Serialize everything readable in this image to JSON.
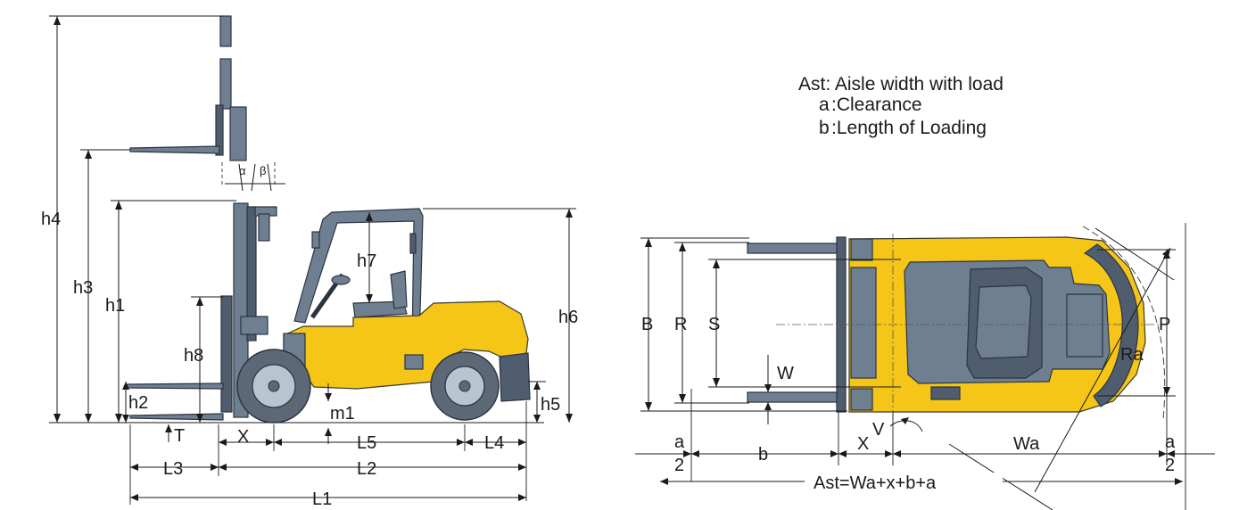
{
  "legend": {
    "line1": "Ast: Aisle width with load",
    "line2_key": "a",
    "line2_text": ":Clearance",
    "line3_key": "b",
    "line3_text": ":Length of Loading"
  },
  "side_view": {
    "labels": {
      "h4": "h4",
      "h3": "h3",
      "h1": "h1",
      "h7": "h7",
      "h6": "h6",
      "h8": "h8",
      "h2": "h2",
      "h5": "h5",
      "m1": "m1",
      "T": "T",
      "X": "X",
      "L5": "L5",
      "L4": "L4",
      "L3": "L3",
      "L2": "L2",
      "L1": "L1",
      "alpha": "α",
      "beta": "β"
    }
  },
  "top_view": {
    "labels": {
      "B": "B",
      "R": "R",
      "S": "S",
      "W": "W",
      "P": "P",
      "Ra": "Ra",
      "V": "V",
      "X": "X",
      "Wa": "Wa",
      "b": "b",
      "a_left_num": "a",
      "a_left_den": "2",
      "a_right_num": "a",
      "a_right_den": "2",
      "ast_formula": "Ast=Wa+x+b+a"
    }
  },
  "colors": {
    "body_yellow": "#f5c518",
    "steel_blue_gray": "#6f7f92",
    "line": "#1a1a1a"
  }
}
